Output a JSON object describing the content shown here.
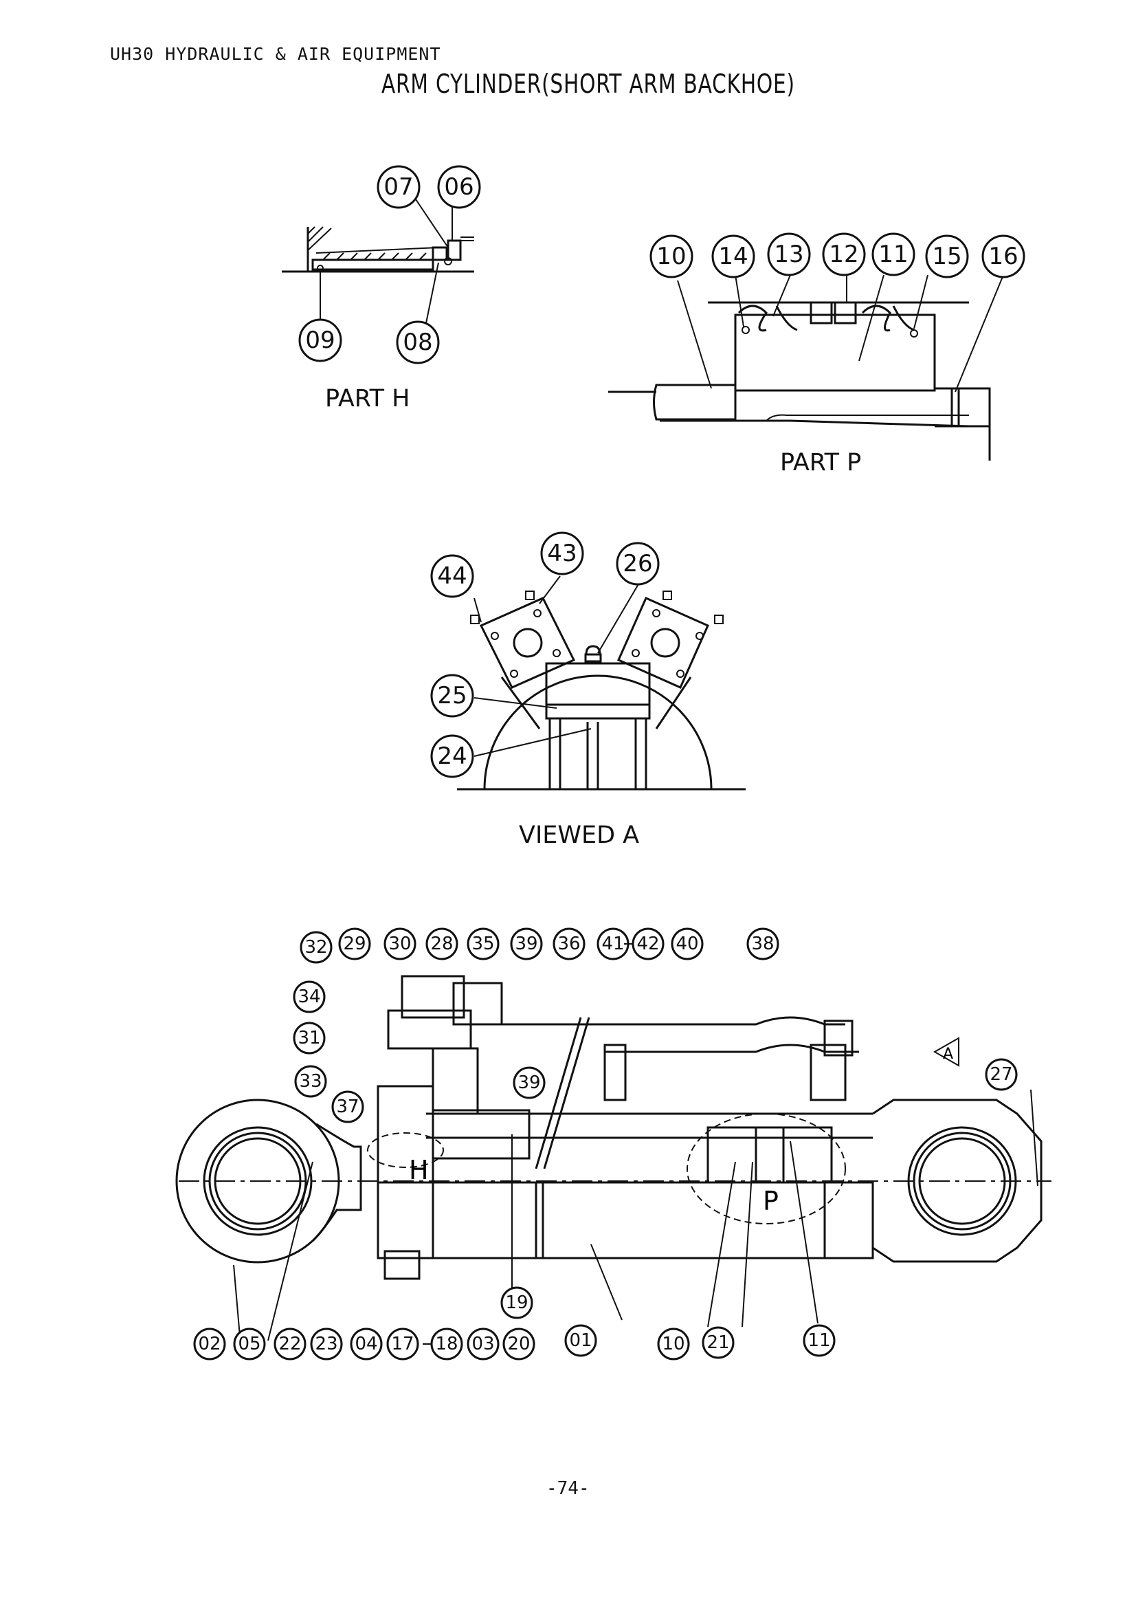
{
  "header": {
    "subtitle": "UH30 HYDRAULIC & AIR EQUIPMENT",
    "title": "ARM CYLINDER(SHORT ARM BACKHOE)"
  },
  "views": {
    "part_h": "PART H",
    "part_p": "PART P",
    "viewed_a": "VIEWED A",
    "marker_h": "H",
    "marker_p": "P",
    "marker_a": "A"
  },
  "part_h_callouts": [
    "07",
    "06",
    "09",
    "08"
  ],
  "part_p_callouts": [
    "10",
    "14",
    "13",
    "12",
    "11",
    "15",
    "16"
  ],
  "viewed_a_callouts": [
    "44",
    "43",
    "26",
    "25",
    "24"
  ],
  "main_top_callouts": [
    "32",
    "29",
    "30",
    "28",
    "35",
    "39",
    "36",
    "41",
    "42",
    "40",
    "38"
  ],
  "main_left_callouts": [
    "34",
    "31",
    "33",
    "37",
    "39",
    "27"
  ],
  "main_bottom_callouts": [
    "19",
    "02",
    "05",
    "22",
    "23",
    "04",
    "17",
    "18",
    "03",
    "20",
    "01",
    "10",
    "21",
    "11"
  ],
  "page_number": "-74-"
}
